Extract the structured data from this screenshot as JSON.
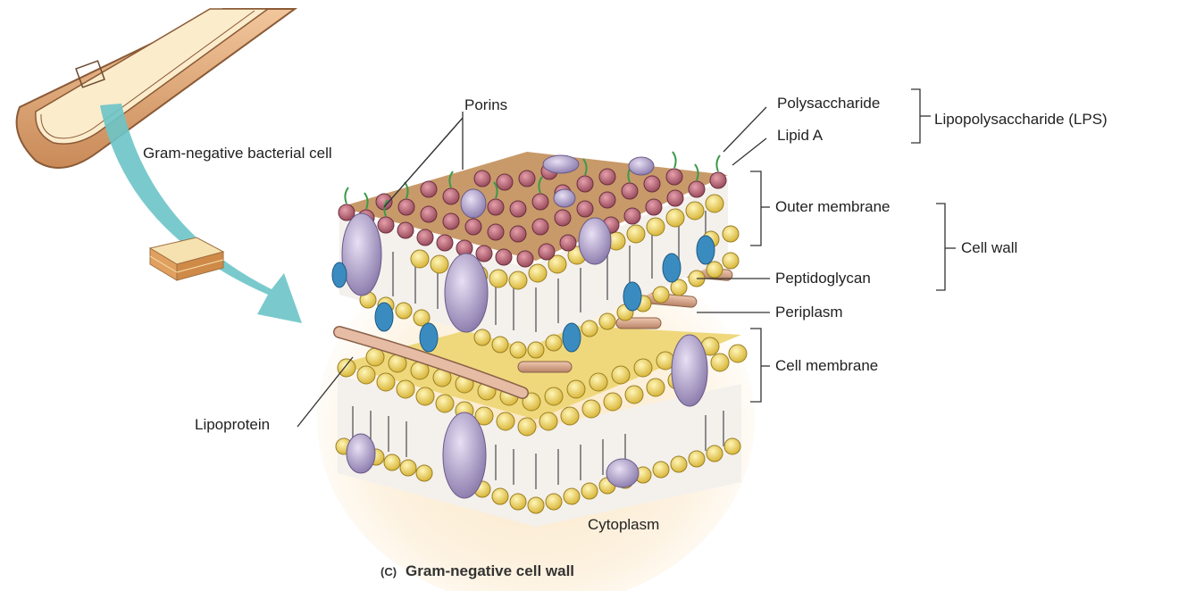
{
  "labels": {
    "porins": "Porins",
    "bacterial_cell": "Gram-negative bacterial cell",
    "polysaccharide": "Polysaccharide",
    "lipid_a": "Lipid A",
    "lps": "Lipopolysaccharide (LPS)",
    "outer_membrane": "Outer membrane",
    "cell_wall": "Cell wall",
    "peptidoglycan": "Peptidoglycan",
    "periplasm": "Periplasm",
    "cell_membrane": "Cell membrane",
    "lipoprotein": "Lipoprotein",
    "cytoplasm": "Cytoplasm"
  },
  "caption": {
    "part": "(C)",
    "title": "Gram-negative cell wall"
  },
  "colors": {
    "cell_body": "#e0a878",
    "arrow": "#6cc4c8",
    "lipid_head": "#f0d468",
    "lps_head": "#b86878",
    "porin": "#b0a0c8",
    "lipoprotein_rod": "#d8a890",
    "blue_protein": "#3a8cc0",
    "cytoplasm_glow": "#fdf0d8"
  }
}
